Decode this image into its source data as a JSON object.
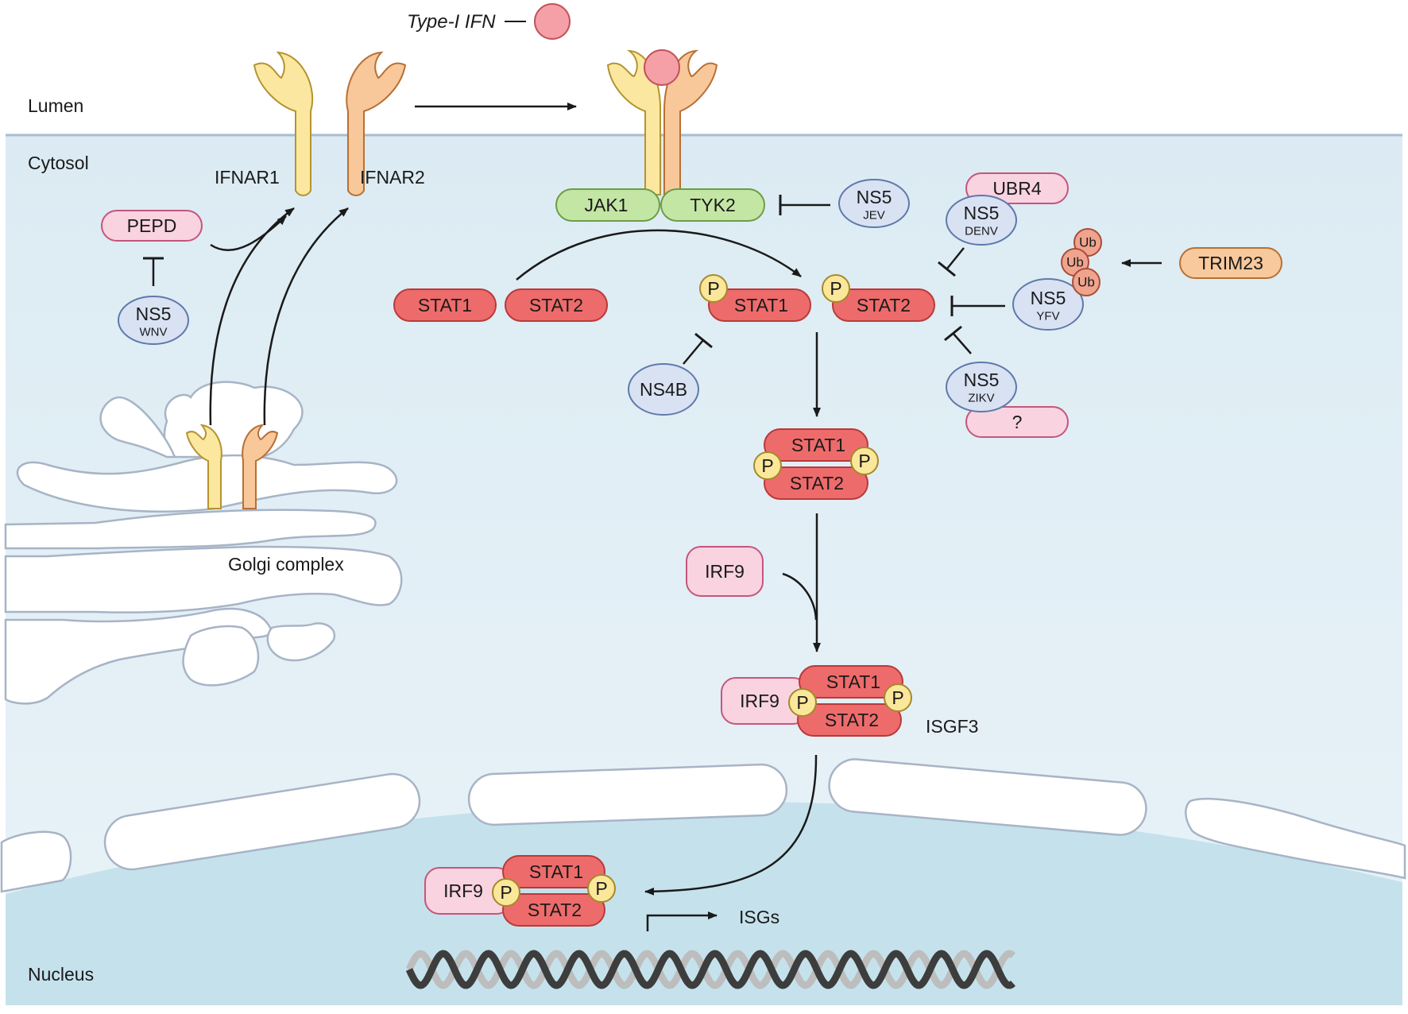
{
  "compartments": {
    "lumen": "Lumen",
    "cytosol": "Cytosol",
    "nucleus": "Nucleus",
    "golgi": "Golgi complex"
  },
  "ligand": "Type-I IFN",
  "receptors": {
    "ifnar1": "IFNAR1",
    "ifnar2": "IFNAR2"
  },
  "kinases": {
    "jak1": "JAK1",
    "tyk2": "TYK2"
  },
  "stat": {
    "stat1": "STAT1",
    "stat2": "STAT2",
    "phospho": "P"
  },
  "host_factors": {
    "pepd": "PEPD",
    "ubr4": "UBR4",
    "trim23": "TRIM23",
    "irf9": "IRF9",
    "unknown": "?",
    "ub": "Ub"
  },
  "viral": {
    "ns5": "NS5",
    "ns4b": "NS4B",
    "wnv": "WNV",
    "jev": "JEV",
    "denv": "DENV",
    "yfv": "YFV",
    "zikv": "ZIKV"
  },
  "complex_label": "ISGF3",
  "genes_label": "ISGs",
  "colors": {
    "cytosol": "#e1eef5",
    "nucleus": "#c5e2ec",
    "stat": "#ee6b6b",
    "stat_border": "#b83a3a",
    "phospho": "#fbe79a",
    "host": "#f9d3e0",
    "host_border": "#c4567c",
    "viral": "#d8e2f3",
    "viral_border": "#5f79aa",
    "kinase": "#c4e6a4",
    "kinase_border": "#6c9d47",
    "ifnar1": "#fbe7a0",
    "ifnar2": "#f8c79a",
    "trim23": "#f8c99d",
    "ifn": "#f4a0a6",
    "ub": "#f0a48e"
  }
}
